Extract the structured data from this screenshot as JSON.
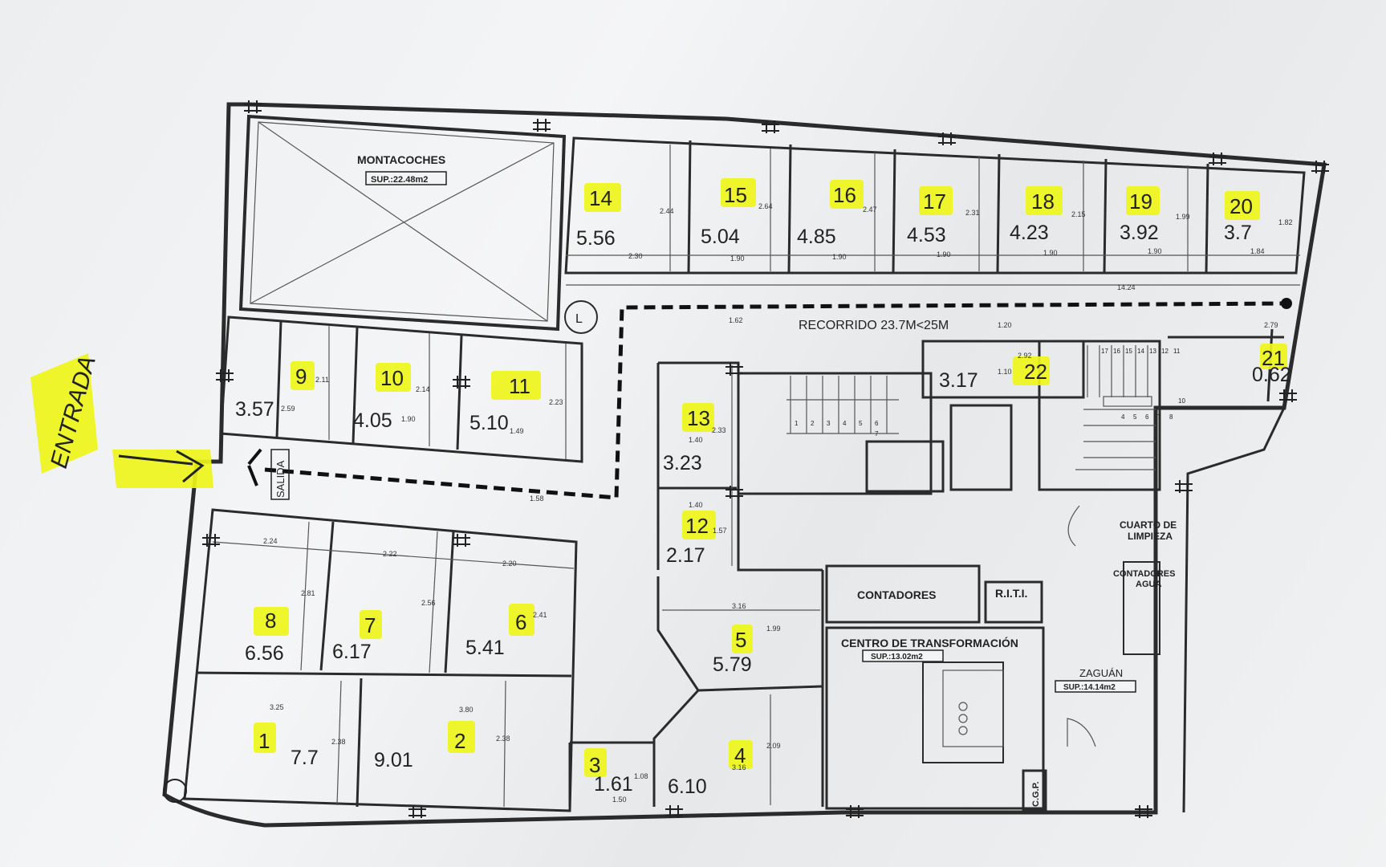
{
  "plan": {
    "labels": {
      "montacoches": "MONTACOCHES",
      "montacoches_sup": "SUP.:22.48m2",
      "recorrido": "RECORRIDO  23.7M<25M",
      "salida": "SALIDA",
      "entrada": "ENTRADA",
      "contadores": "CONTADORES",
      "riti": "R.I.T.I.",
      "centro": "CENTRO DE TRANSFORMACIÓN",
      "centro_sup": "SUP.:13.02m2",
      "cuarto_1": "CUARTO DE",
      "cuarto_2": "LIMPIEZA",
      "agua_1": "CONTADORES",
      "agua_2": "AGUA",
      "zaguan": "ZAGUÁN",
      "zaguan_sup": "SUP.:14.14m2",
      "cgp": "C.G.P.",
      "lift": "L"
    },
    "spaces": [
      {
        "num": "1",
        "area": "7.7"
      },
      {
        "num": "2",
        "area": "9.01"
      },
      {
        "num": "3",
        "area": "1.61"
      },
      {
        "num": "4",
        "area": "6.10"
      },
      {
        "num": "5",
        "area": "5.79"
      },
      {
        "num": "6",
        "area": "5.41"
      },
      {
        "num": "7",
        "area": "6.17"
      },
      {
        "num": "8",
        "area": "6.56"
      },
      {
        "num": "9",
        "area": "3.57"
      },
      {
        "num": "10",
        "area": "4.05"
      },
      {
        "num": "11",
        "area": "5.10"
      },
      {
        "num": "12",
        "area": "2.17"
      },
      {
        "num": "13",
        "area": "3.23"
      },
      {
        "num": "14",
        "area": "5.56"
      },
      {
        "num": "15",
        "area": "5.04"
      },
      {
        "num": "16",
        "area": "4.85"
      },
      {
        "num": "17",
        "area": "4.53"
      },
      {
        "num": "18",
        "area": "4.23"
      },
      {
        "num": "19",
        "area": "3.92"
      },
      {
        "num": "20",
        "area": "3.7"
      },
      {
        "num": "21",
        "area": "0.62"
      },
      {
        "num": "22",
        "area": "3.17"
      }
    ],
    "dimensions": {
      "d1": "2.44",
      "d2": "2.30",
      "d3": "2.64",
      "d4": "1.90",
      "d5": "2.47",
      "d6": "1.90",
      "d7": "2.31",
      "d8": "1.90",
      "d9": "2.15",
      "d10": "1.90",
      "d11": "1.99",
      "d12": "1.90",
      "d13": "1.82",
      "d14": "1.84",
      "d15": "14.24",
      "d16": "1.62",
      "d17": "1.20",
      "d18": "2.92",
      "d19": "1.10",
      "d20": "2.79",
      "d21": "2.11",
      "d22": "2.59",
      "d23": "2.14",
      "d24": "1.90",
      "d25": "2.23",
      "d26": "1.49",
      "d27": "2.33",
      "d28": "1.40",
      "d29": "1.40",
      "d30": "1.57",
      "d31": "1.58",
      "d32": "2.24",
      "d33": "2.81",
      "d34": "2.22",
      "d35": "2.56",
      "d36": "2.20",
      "d37": "2.41",
      "d38": "3.16",
      "d39": "1.99",
      "d40": "3.25",
      "d41": "2.38",
      "d42": "3.80",
      "d43": "2.38",
      "d44": "2.09",
      "d45": "3.16",
      "d46": "1.08",
      "d47": "1.50"
    },
    "stairs": {
      "upper": [
        "17",
        "16",
        "15",
        "14",
        "13",
        "12",
        "11"
      ],
      "mid": [
        "4",
        "5",
        "6",
        "7",
        "8"
      ],
      "right": "10",
      "lower": [
        "1",
        "2",
        "3",
        "4",
        "5",
        "6",
        "7"
      ]
    },
    "colors": {
      "highlight": "#eef51a",
      "ink": "#2b2b2b",
      "paper": "#eceef0"
    }
  }
}
